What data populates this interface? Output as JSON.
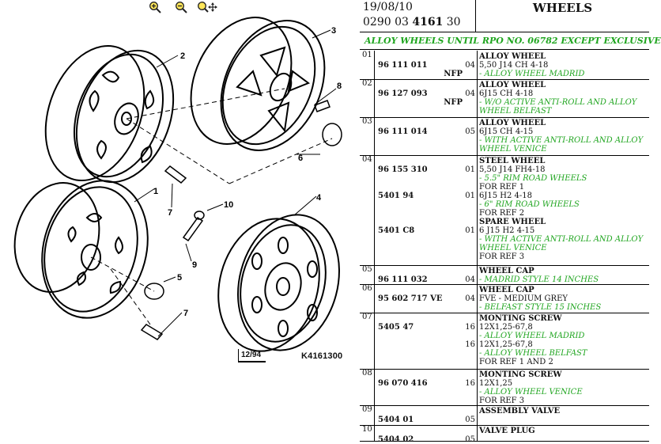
{
  "toolbar": {
    "zoom_in_icon": "magnifier-plus-icon",
    "zoom_out_icon": "magnifier-minus-icon",
    "zoom_move_icon": "magnifier-move-icon"
  },
  "diagram": {
    "callouts": [
      "1",
      "2",
      "3",
      "4",
      "5",
      "6",
      "7",
      "7",
      "8",
      "9",
      "10"
    ],
    "ref_label": "12/94",
    "code_label": "K4161300"
  },
  "header": {
    "date": "19/08/10",
    "code_prefix": "0290 03 ",
    "code_bold": "4161",
    "code_suffix": " 30",
    "title": "WHEELS"
  },
  "subtitle": "ALLOY WHEELS UNTIL RPO NO. 06782 EXCEPT EXCLUSIVE",
  "colors": {
    "green": "#1fa51f"
  },
  "rows": [
    {
      "num": "01",
      "parts": [
        {
          "pn": "96 111 011",
          "nfp": "NFP",
          "qty": "04"
        }
      ],
      "lines": [
        {
          "t": "ALLOY WHEEL",
          "s": "b"
        },
        {
          "t": "5,50 J14 CH 4-18",
          "s": ""
        },
        {
          "t": "- ALLOY WHEEL MADRID",
          "s": "g"
        }
      ]
    },
    {
      "num": "02",
      "parts": [
        {
          "pn": "96 127 093",
          "nfp": "NFP",
          "qty": "04"
        }
      ],
      "lines": [
        {
          "t": "ALLOY WHEEL",
          "s": "b"
        },
        {
          "t": "6J15 CH 4-18",
          "s": ""
        },
        {
          "t": "- W/O ACTIVE ANTI-ROLL AND ALLOY",
          "s": "g"
        },
        {
          "t": "WHEEL BELFAST",
          "s": "g"
        }
      ]
    },
    {
      "num": "03",
      "parts": [
        {
          "pn": "96 111 014",
          "nfp": "",
          "qty": "05"
        }
      ],
      "lines": [
        {
          "t": "ALLOY WHEEL",
          "s": "b"
        },
        {
          "t": "6J15 CH 4-15",
          "s": ""
        },
        {
          "t": "- WITH ACTIVE ANTI-ROLL AND ALLOY",
          "s": "g"
        },
        {
          "t": "WHEEL VENICE",
          "s": "g"
        }
      ]
    },
    {
      "num": "04",
      "parts": [
        {
          "pn": "96 155 310",
          "nfp": "",
          "qty": "01"
        },
        {
          "pn": "5401 94",
          "nfp": "",
          "qty": "01"
        },
        {
          "pn": "5401 C8",
          "nfp": "",
          "qty": "01"
        }
      ],
      "lines": [
        {
          "t": "STEEL WHEEL",
          "s": "b"
        },
        {
          "t": "5,50 J14 FH4-18",
          "s": ""
        },
        {
          "t": "- 5.5\" RIM ROAD WHEELS",
          "s": "g"
        },
        {
          "t": "FOR REF 1",
          "s": ""
        },
        {
          "t": "6J15 H2 4-18",
          "s": ""
        },
        {
          "t": "- 6\" RIM ROAD WHEELS",
          "s": "g"
        },
        {
          "t": "FOR REF 2",
          "s": ""
        },
        {
          "t": "SPARE WHEEL",
          "s": "b"
        },
        {
          "t": "6 J15 H2 4-15",
          "s": ""
        },
        {
          "t": "- WITH ACTIVE ANTI-ROLL AND ALLOY",
          "s": "g"
        },
        {
          "t": "WHEEL VENICE",
          "s": "g"
        },
        {
          "t": "FOR REF 3",
          "s": ""
        }
      ]
    },
    {
      "num": "05",
      "parts": [
        {
          "pn": "96 111 032",
          "nfp": "",
          "qty": "04"
        }
      ],
      "lines": [
        {
          "t": "WHEEL CAP",
          "s": "b"
        },
        {
          "t": "- MADRID STYLE 14 INCHES",
          "s": "g"
        }
      ]
    },
    {
      "num": "06",
      "parts": [
        {
          "pn": "95 602 717 VE",
          "nfp": "",
          "qty": "04"
        }
      ],
      "lines": [
        {
          "t": "WHEEL CAP",
          "s": "b"
        },
        {
          "t": "FVE - MEDIUM GREY",
          "s": ""
        },
        {
          "t": "- BELFAST STYLE 15 INCHES",
          "s": "g"
        }
      ]
    },
    {
      "num": "07",
      "parts": [
        {
          "pn": "5405 47",
          "nfp": "",
          "qty": "16"
        },
        {
          "pn": "",
          "nfp": "",
          "qty": "16"
        }
      ],
      "lines": [
        {
          "t": "MONTING SCREW",
          "s": "b"
        },
        {
          "t": "12X1,25-67,8",
          "s": ""
        },
        {
          "t": "- ALLOY WHEEL MADRID",
          "s": "g"
        },
        {
          "t": "12X1,25-67,8",
          "s": ""
        },
        {
          "t": "- ALLOY WHEEL BELFAST",
          "s": "g"
        },
        {
          "t": "FOR REF 1 AND 2",
          "s": ""
        }
      ]
    },
    {
      "num": "08",
      "parts": [
        {
          "pn": "96 070 416",
          "nfp": "",
          "qty": "16"
        }
      ],
      "lines": [
        {
          "t": "MONTING SCREW",
          "s": "b"
        },
        {
          "t": "12X1,25",
          "s": ""
        },
        {
          "t": "- ALLOY WHEEL VENICE",
          "s": "g"
        },
        {
          "t": "FOR REF 3",
          "s": ""
        }
      ]
    },
    {
      "num": "09",
      "parts": [
        {
          "pn": "5404 01",
          "nfp": "",
          "qty": "05"
        }
      ],
      "lines": [
        {
          "t": "ASSEMBLY VALVE",
          "s": "b"
        }
      ]
    },
    {
      "num": "10",
      "parts": [
        {
          "pn": "5404 02",
          "nfp": "",
          "qty": "05"
        }
      ],
      "lines": [
        {
          "t": "VALVE PLUG",
          "s": "b"
        }
      ]
    }
  ]
}
